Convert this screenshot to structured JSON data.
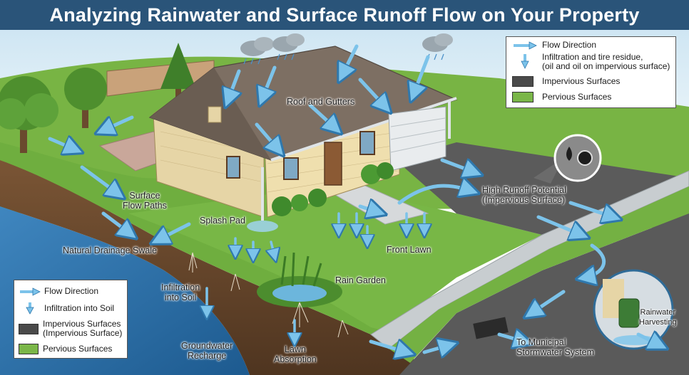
{
  "title": "Analyzing Rainwater and Surface Runoff Flow on Your Property",
  "labels": {
    "roof_gutters": "Roof and Gutters",
    "surface_flow_1": "Surface",
    "surface_flow_2": "Flow Paths",
    "splash_pad": "Splash Pad",
    "natural_swale": "Natural Drainage Swale",
    "high_runoff_1": "High Runoff Potential",
    "high_runoff_2": "(Impervious Surface)",
    "front_lawn": "Front Lawn",
    "rain_garden": "Rain Garden",
    "infiltration_soil_1": "Infiltration",
    "infiltration_soil_2": "into Soil",
    "groundwater_1": "Groundwater",
    "groundwater_2": "Recharge",
    "lawn_absorption_1": "Lawn",
    "lawn_absorption_2": "Absorption",
    "municipal_1": "To Municipal",
    "municipal_2": "Stormwater System",
    "rainwater_harvest_1": "Rainwater",
    "rainwater_harvest_2": "Harvesting"
  },
  "legend_top": {
    "flow": "Flow Direction",
    "infiltration_1": "Infiltration and tire residue,",
    "infiltration_2": "(oil and oil on impervious surface)",
    "impervious": "Impervious Surfaces",
    "pervious": "Pervious Surfaces"
  },
  "legend_bottom": {
    "flow": "Flow Direction",
    "infiltration": "Infiltration into Soil",
    "impervious_1": "Impervious Surfaces",
    "impervious_2": "(Impervious Surface)",
    "pervious": "Pervious Surfaces"
  },
  "colors": {
    "title_bg": "#2a5479",
    "arrow": "#7cc3ea",
    "arrow_outline": "#2f78ad",
    "lawn": "#6fae3f",
    "impervious": "#4a4a4a",
    "pervious": "#7ab648",
    "water": "#2b6fa6",
    "soil": "#6b4a2f"
  },
  "icons": [
    "flow-arrow-icon",
    "infiltration-arrow-icon",
    "rain-cloud-icon",
    "oil-drop-icon",
    "tire-icon",
    "rain-barrel-icon"
  ]
}
